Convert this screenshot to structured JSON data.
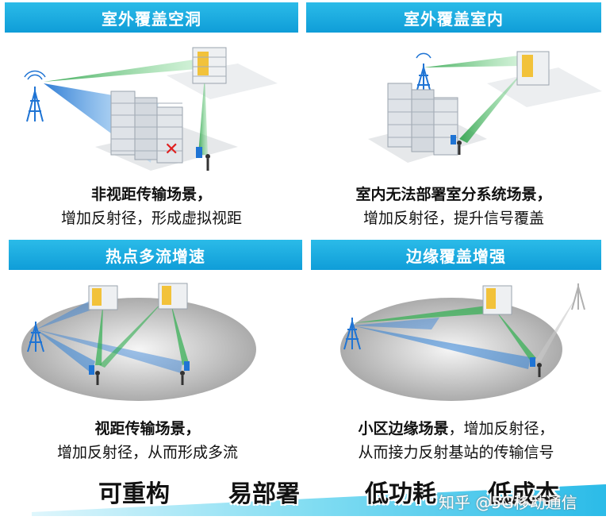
{
  "panels": [
    {
      "title": "室外覆盖空洞",
      "caption_bold": "非视距传输场景，",
      "caption_line2": "增加反射径，形成虚拟视距"
    },
    {
      "title": "室外覆盖室内",
      "caption_bold": "室内无法部署室分系统场景，",
      "caption_line2": "增加反射径，提升信号覆盖"
    },
    {
      "title": "热点多流增速",
      "caption_bold": "视距传输场景，",
      "caption_line2": "增加反射径，从而形成多流"
    },
    {
      "title": "边缘覆盖增强",
      "caption_bold": "小区边缘场景",
      "caption_rest": "，增加反射径，",
      "caption_line2": "从而接力反射基站的传输信号"
    }
  ],
  "taglines": [
    "可重构",
    "易部署",
    "低功耗",
    "低成本"
  ],
  "watermark": "知乎 @5G移动通信",
  "colors": {
    "header_blue": "#14a6dd",
    "beam_blue": "#2e7fd6",
    "beam_green": "#2fae4e",
    "block_mark": "#e02020"
  }
}
